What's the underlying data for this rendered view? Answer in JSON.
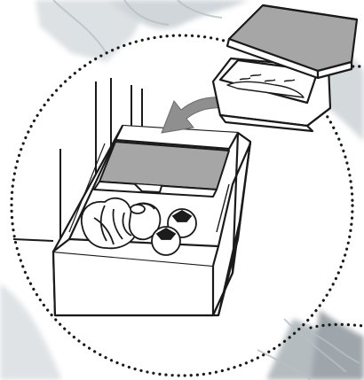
{
  "illustration": {
    "subject": "storage-container-into-vegetable-drawer",
    "objects": [
      "storage-container-with-lid",
      "curved-arrow",
      "vegetable-drawer",
      "drawer-divider-cover",
      "lettuce",
      "vegetables",
      "tomatoes",
      "dotted-zoom-circle",
      "frosted-background"
    ]
  },
  "colors": {
    "line": "#1a1a1a",
    "arrow": "#8f8f8f",
    "panel_gray": "#a6a6a6",
    "frost_light": "#d9dde0",
    "frost_dark": "#9aa3a9",
    "fill_white": "#ffffff",
    "tomato_fill": "#1c1c1c"
  }
}
